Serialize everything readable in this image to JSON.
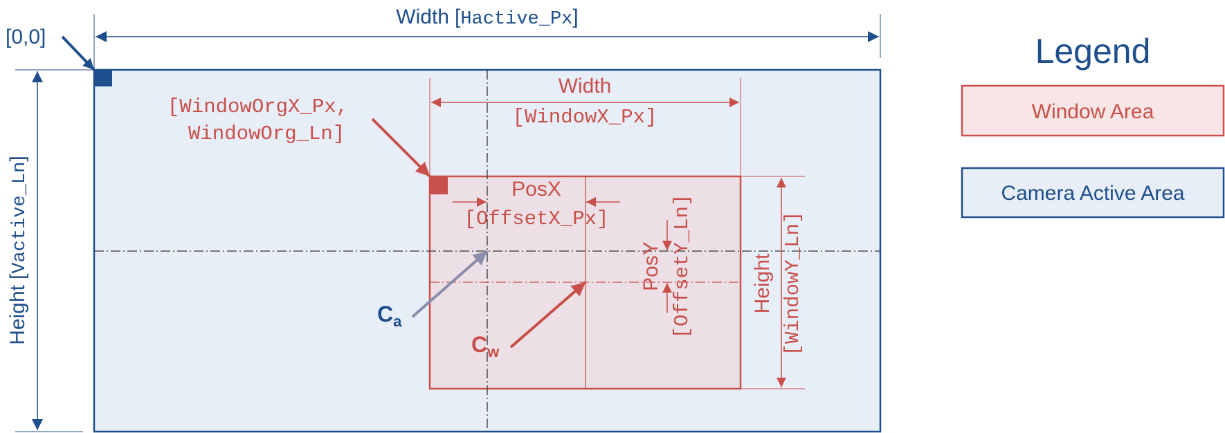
{
  "colors": {
    "blue": "#1f4e8c",
    "blue_fill": "#e8eef8",
    "red": "#c9504a",
    "red_fill": "#f4e3e5",
    "ca_arrow": "#8a8eaa"
  },
  "origin": {
    "label": "[0,0]"
  },
  "active_width": {
    "label": "Width",
    "open": "[",
    "param": "Hactive_Px",
    "close": "]"
  },
  "active_height": {
    "label": "Height",
    "open": "[",
    "param": "Vactive_Ln",
    "close": "]"
  },
  "window_origin": {
    "line1": "[WindowOrgX_Px,",
    "line2": "WindowOrg_Ln]"
  },
  "window_width": {
    "label": "Width",
    "param": "[WindowX_Px]"
  },
  "window_height": {
    "label": "Height",
    "param": "[WindowY_Ln]"
  },
  "pos_x": {
    "label": "PosX",
    "param": "[OffsetX_Px]"
  },
  "pos_y": {
    "label": "PosY",
    "param": "[OffsetY_Ln]"
  },
  "center_active": {
    "letter": "C",
    "sub": "a"
  },
  "center_window": {
    "letter": "C",
    "sub": "w"
  },
  "legend": {
    "title": "Legend",
    "items": [
      {
        "label": "Window Area",
        "stroke": "#c9504a",
        "fill": "#f8e6e6"
      },
      {
        "label": "Camera Active Area",
        "stroke": "#1f4e8c",
        "fill": "#e8eef8"
      }
    ]
  }
}
